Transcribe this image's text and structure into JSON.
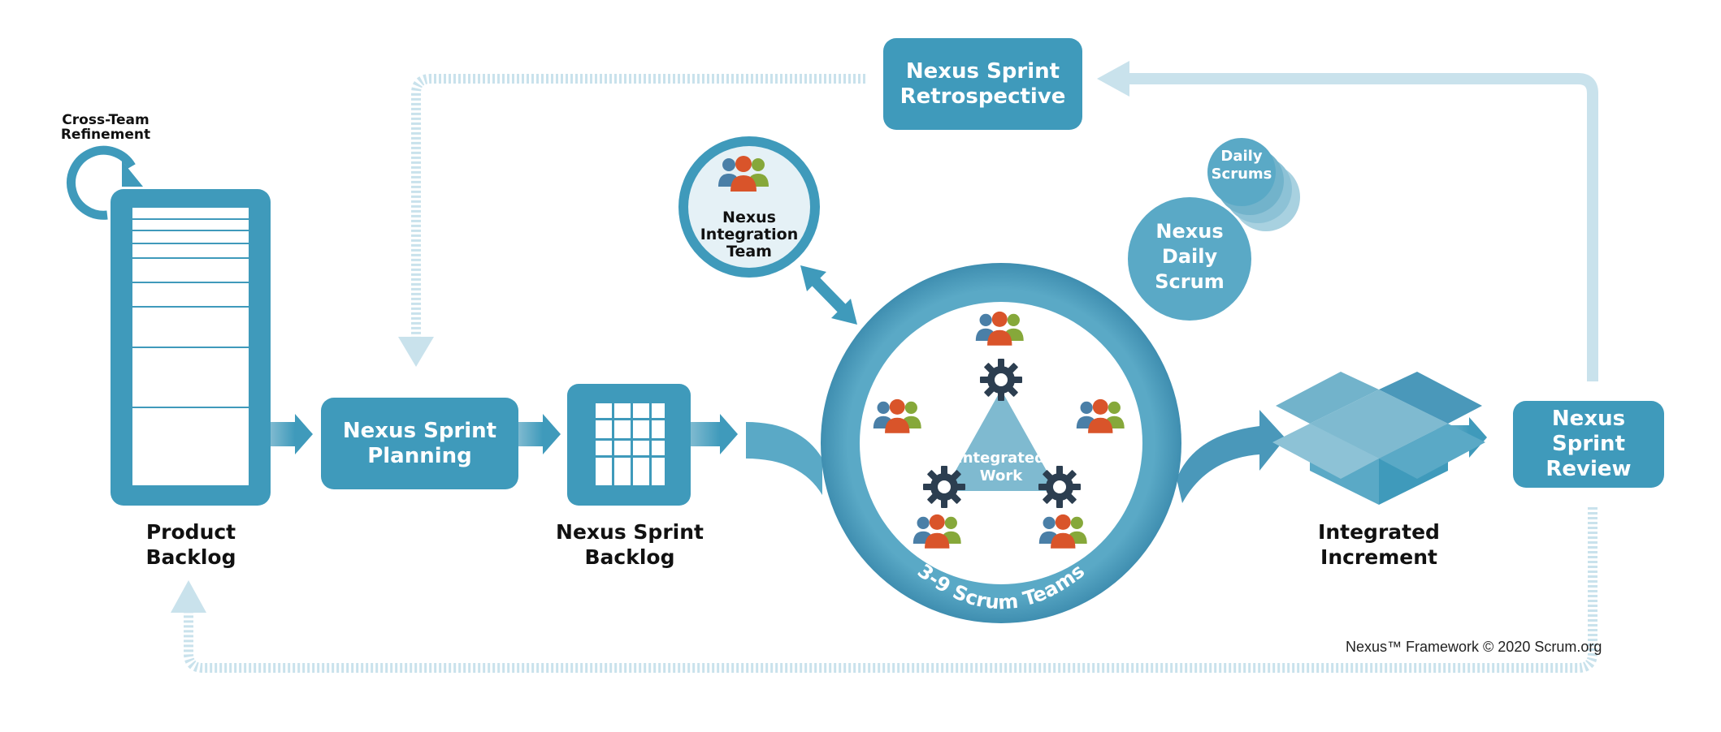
{
  "cross_team_refinement": "Cross-Team\nRefinement",
  "product_backlog": "Product\nBacklog",
  "sprint_planning": "Nexus Sprint\nPlanning",
  "sprint_backlog": "Nexus Sprint\nBacklog",
  "integration_team": "Nexus\nIntegration\nTeam",
  "sprint_retrospective": "Nexus Sprint\nRetrospective",
  "nexus_daily_scrum": "Nexus\nDaily\nScrum",
  "daily_scrums": "Daily\nScrums",
  "integrated_work": "Integrated\nWork",
  "scrum_teams": "3-9 Scrum Teams",
  "integrated_increment": "Integrated\nIncrement",
  "sprint_review": "Nexus Sprint\nReview",
  "copyright": "Nexus™ Framework © 2020 Scrum.org",
  "colors": {
    "primary": "#3f9abb",
    "light": "#c9e2ec",
    "mid": "#7fbad0",
    "people_red": "#d9542a",
    "people_blue": "#4a7fa7",
    "people_green": "#86a83a",
    "gear": "#2c3e50"
  }
}
